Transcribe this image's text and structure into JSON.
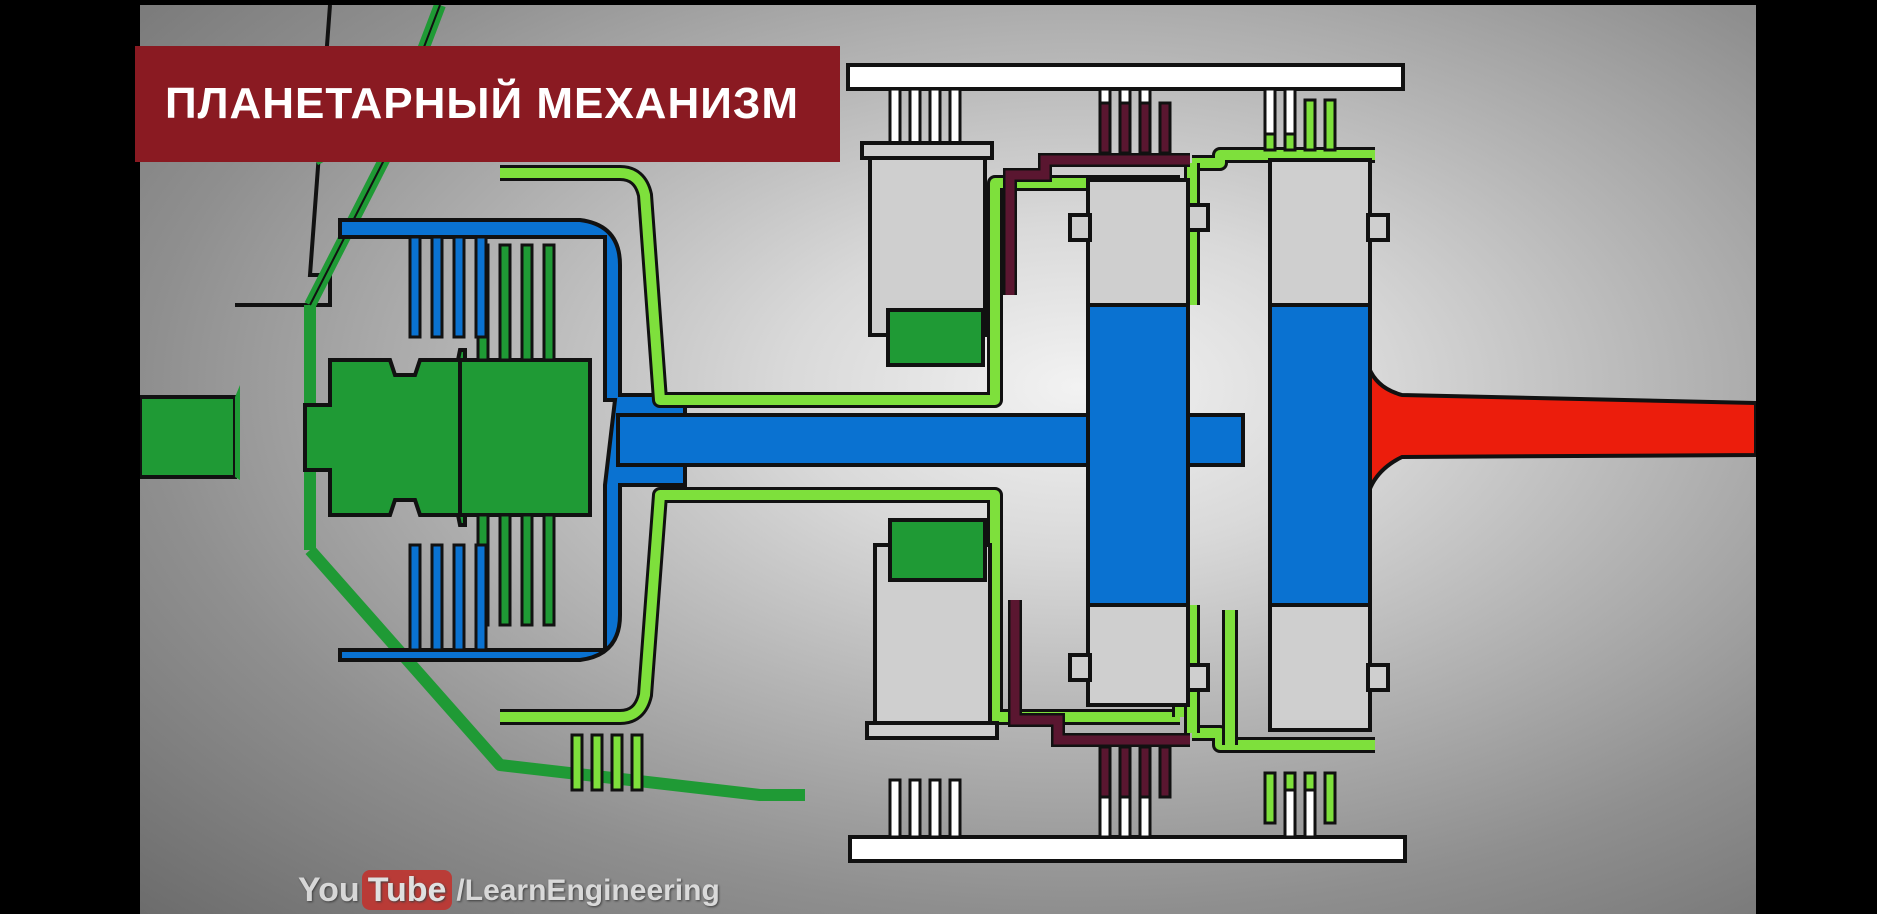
{
  "video": {
    "title": "ПЛАНЕТАРНЫЙ МЕХАНИЗМ",
    "watermark": {
      "logo_you": "You",
      "logo_tube": "Tube",
      "channel": "/LearnEngineering"
    }
  },
  "colors": {
    "title_banner": "#8a1a22",
    "input_green": "#1f9a35",
    "sun_gear_lightgreen": "#7ee03c",
    "shaft_blue": "#0a72d1",
    "output_red": "#ec1d0c",
    "ring_maroon": "#5a1630",
    "planet_grey": "#cfcfcf",
    "housing_white": "#ffffff"
  }
}
